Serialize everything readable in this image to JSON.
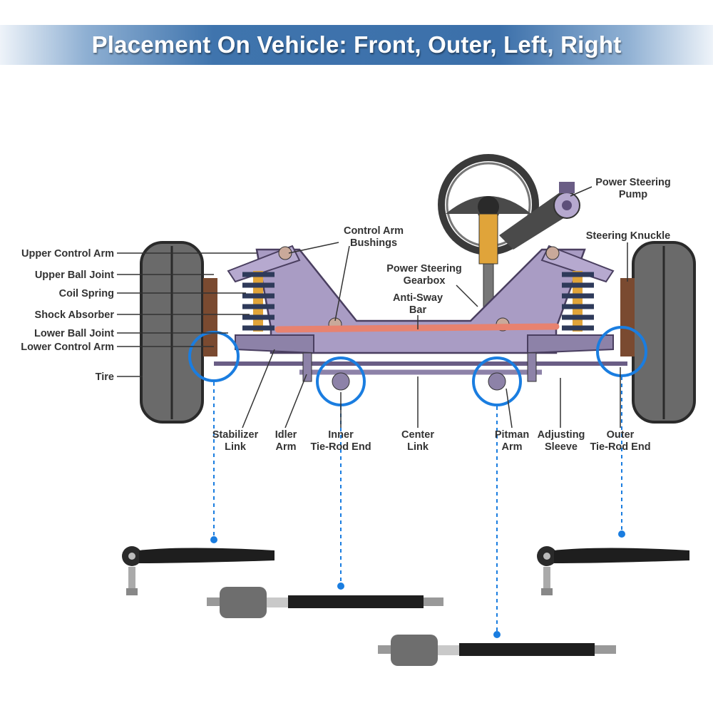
{
  "header": {
    "title": "Placement On Vehicle: Front, Outer, Left, Right"
  },
  "labels_left": {
    "upper_control_arm": "Upper Control Arm",
    "upper_ball_joint": "Upper Ball Joint",
    "coil_spring": "Coil Spring",
    "shock_absorber": "Shock Absorber",
    "lower_ball_joint": "Lower Ball Joint",
    "lower_control_arm": "Lower Control Arm",
    "tire": "Tire"
  },
  "labels_top": {
    "control_arm_bushings": [
      "Control Arm",
      "Bushings"
    ],
    "power_steering_gearbox": [
      "Power Steering",
      "Gearbox"
    ],
    "anti_sway_bar": [
      "Anti-Sway",
      "Bar"
    ],
    "power_steering_pump": [
      "Power Steering",
      "Pump"
    ],
    "steering_knuckle": "Steering Knuckle"
  },
  "labels_bottom": {
    "stabilizer_link": [
      "Stabilizer",
      "Link"
    ],
    "idler_arm": [
      "Idler",
      "Arm"
    ],
    "inner_tie_rod_end": [
      "Inner",
      "Tie-Rod End"
    ],
    "center_link": [
      "Center",
      "Link"
    ],
    "pitman_arm": [
      "Pitman",
      "Arm"
    ],
    "adjusting_sleeve": [
      "Adjusting",
      "Sleeve"
    ],
    "outer_tie_rod_end": [
      "Outer",
      "Tie-Rod End"
    ]
  },
  "colors": {
    "highlight": "#1a7de0",
    "banner": "#3f74ad",
    "frame": "#a99cc4",
    "sway_bar": "#e8826f"
  }
}
